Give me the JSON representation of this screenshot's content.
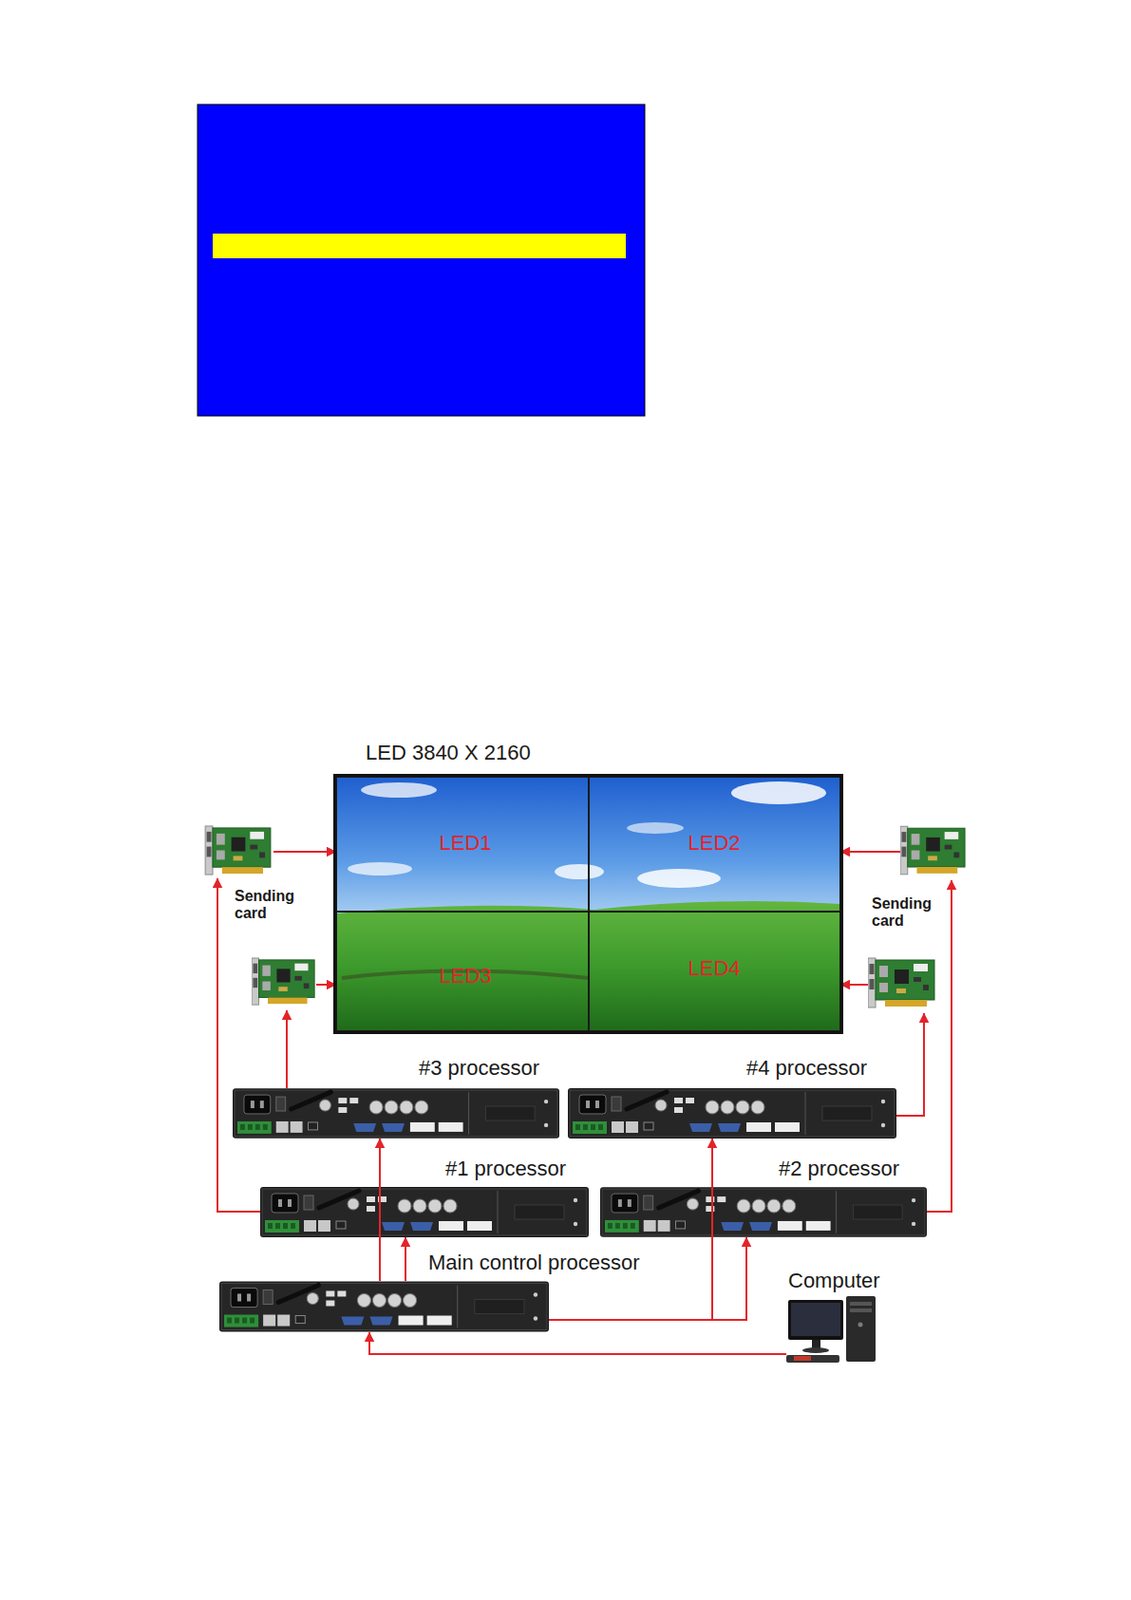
{
  "diagram": {
    "nodes": [
      {
        "text": [
          "LED 3840 X 2160"
        ]
      },
      {
        "text": [
          "LED1"
        ],
        "in": 0
      },
      {
        "text": [
          "LED2"
        ],
        "in": 0
      },
      {
        "text": [
          "LED3"
        ],
        "in": 0
      },
      {
        "text": [
          "LED4"
        ],
        "in": 0
      },
      {
        "text": [
          "Sending card"
        ]
      },
      {
        "text": [
          "Sending card"
        ]
      },
      {
        "text": []
      },
      {
        "text": []
      },
      {
        "text": [
          "#3 processor"
        ]
      },
      {
        "text": [
          "#4 processor"
        ]
      },
      {
        "text": [
          "#1 processor"
        ]
      },
      {
        "text": [
          "#2 processor"
        ]
      },
      {
        "text": [
          "Main control processor"
        ]
      },
      {
        "text": [
          "Computer"
        ]
      }
    ],
    "edges": [
      {
        "from": 14,
        "to": 13,
        "arrow": "to"
      },
      {
        "from": 13,
        "to": 11,
        "arrow": "to"
      },
      {
        "from": 13,
        "to": 12,
        "arrow": "to"
      },
      {
        "from": 13,
        "to": 9,
        "arrow": "to"
      },
      {
        "from": 13,
        "to": 10,
        "arrow": "to"
      },
      {
        "from": 11,
        "to": 5,
        "arrow": "to"
      },
      {
        "from": 12,
        "to": 6,
        "arrow": "to"
      },
      {
        "from": 9,
        "to": 7,
        "arrow": "to"
      },
      {
        "from": 10,
        "to": 8,
        "arrow": "to"
      },
      {
        "from": 5,
        "to": 1,
        "arrow": "to"
      },
      {
        "from": 6,
        "to": 2,
        "arrow": "to"
      },
      {
        "from": 7,
        "to": 3,
        "arrow": "to"
      },
      {
        "from": 8,
        "to": 4,
        "arrow": "to"
      }
    ]
  }
}
